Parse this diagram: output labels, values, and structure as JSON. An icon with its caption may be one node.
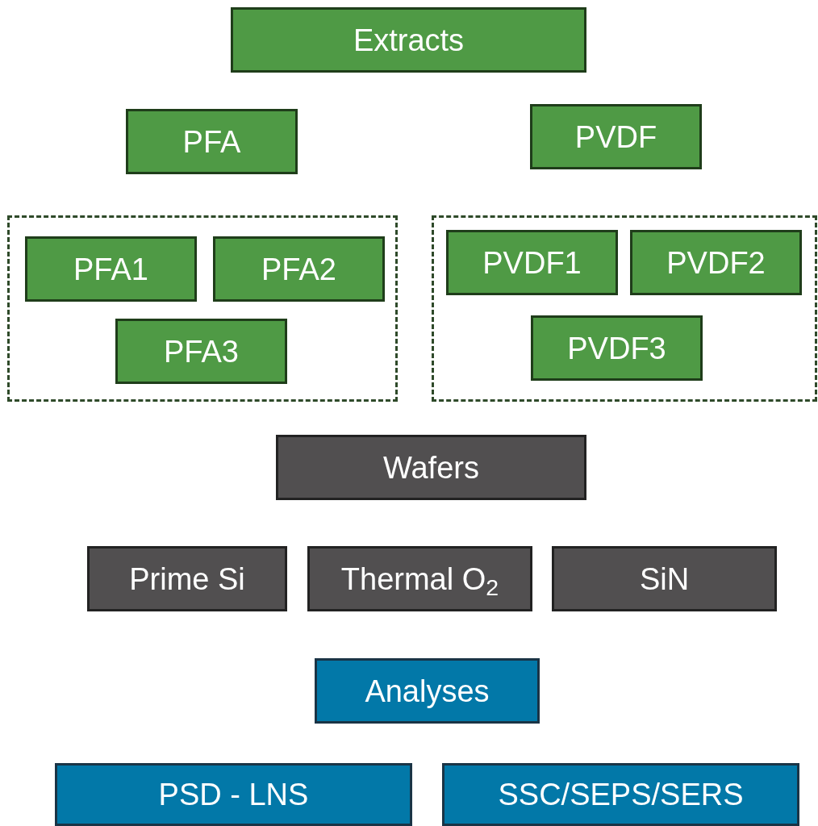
{
  "diagram": {
    "nodes": [
      {
        "text": [
          "Extracts"
        ]
      },
      {
        "text": [
          "PFA"
        ]
      },
      {
        "text": [
          "PVDF"
        ]
      },
      {
        "text": [],
        "shape": "box"
      },
      {
        "text": [
          "PFA1"
        ],
        "in": 3
      },
      {
        "text": [
          "PFA2"
        ],
        "in": 3
      },
      {
        "text": [
          "PFA3"
        ],
        "in": 3
      },
      {
        "text": [],
        "shape": "box"
      },
      {
        "text": [
          "PVDF1"
        ],
        "in": 7
      },
      {
        "text": [
          "PVDF2"
        ],
        "in": 7
      },
      {
        "text": [
          "PVDF3"
        ],
        "in": 7
      },
      {
        "text": [
          "Wafers"
        ]
      },
      {
        "text": [
          "Prime Si"
        ]
      },
      {
        "text": [
          "Thermal O$_{2}$"
        ]
      },
      {
        "text": [
          "SiN"
        ]
      },
      {
        "text": [
          "Analyses"
        ]
      },
      {
        "text": [
          "PSD - LNS"
        ]
      },
      {
        "text": [
          "SSC/SEPS/SERS"
        ]
      }
    ]
  }
}
